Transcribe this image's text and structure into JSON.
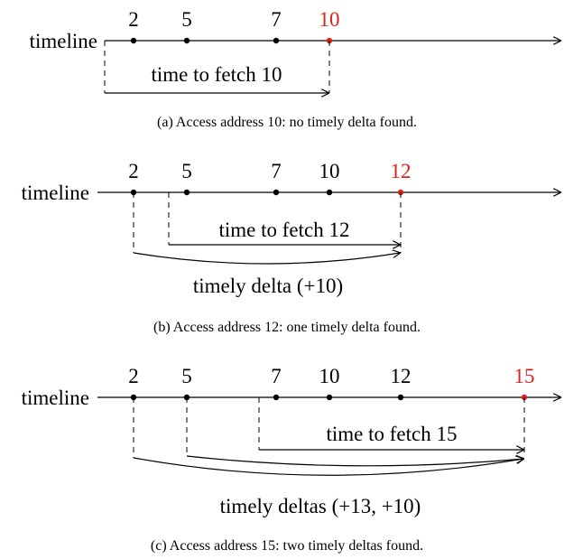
{
  "colors": {
    "line": "#000000",
    "highlight": "#e0201b"
  },
  "panels": [
    {
      "axis_label": "timeline",
      "points": [
        "2",
        "5",
        "7"
      ],
      "target": "10",
      "fetch_label": "time to fetch 10",
      "delta_label": "",
      "caption": "(a) Access address 10: no timely delta found."
    },
    {
      "axis_label": "timeline",
      "points": [
        "2",
        "5",
        "7",
        "10"
      ],
      "target": "12",
      "fetch_label": "time to fetch 12",
      "delta_label": "timely delta (+10)",
      "caption": "(b) Access address 12: one timely delta found."
    },
    {
      "axis_label": "timeline",
      "points": [
        "2",
        "5",
        "7",
        "10",
        "12"
      ],
      "target": "15",
      "fetch_label": "time to fetch 15",
      "delta_label": "timely deltas (+13, +10)",
      "caption": "(c) Access address 15: two timely deltas found."
    }
  ]
}
